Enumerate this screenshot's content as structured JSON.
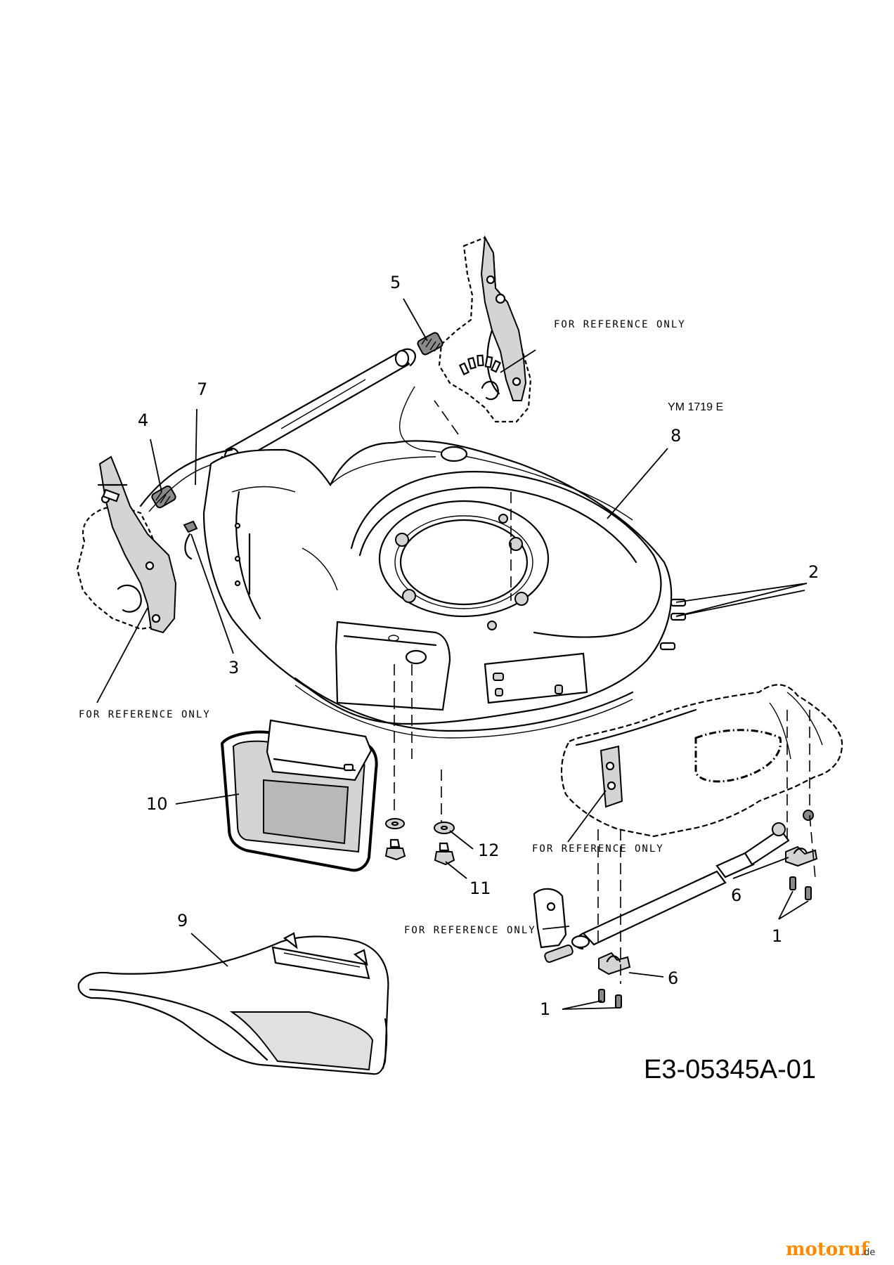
{
  "callouts": {
    "c1a": "1",
    "c1b": "1",
    "c2": "2",
    "c3": "3",
    "c4": "4",
    "c5": "5",
    "c6a": "6",
    "c6b": "6",
    "c7": "7",
    "c8": "8",
    "c9": "9",
    "c10": "10",
    "c11": "11",
    "c12": "12"
  },
  "reference_note": "FOR REFERENCE ONLY",
  "model_code": "YM 1719 E",
  "diagram_id": "E3-05345A-01",
  "watermark": {
    "brand": "motoruf",
    "suffix": ".de",
    "color": "#ff8a00"
  }
}
